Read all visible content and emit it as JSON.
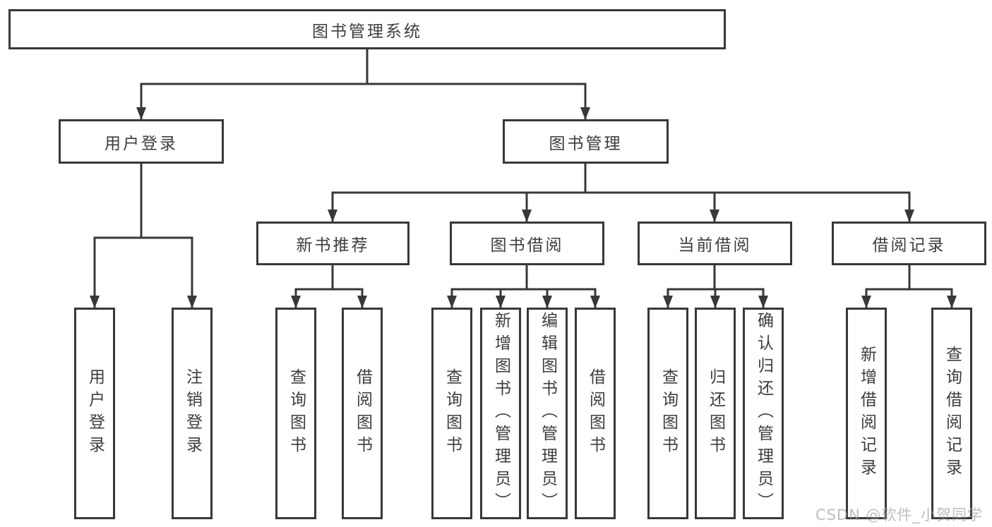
{
  "diagram": {
    "root": {
      "label": "图书管理系统"
    },
    "branches": [
      {
        "label": "用户登录",
        "children": [
          {
            "label": "用户登录"
          },
          {
            "label": "注销登录"
          }
        ]
      },
      {
        "label": "图书管理",
        "children": [
          {
            "label": "新书推荐",
            "children": [
              {
                "label": "查询图书"
              },
              {
                "label": "借阅图书"
              }
            ]
          },
          {
            "label": "图书借阅",
            "children": [
              {
                "label": "查询图书"
              },
              {
                "label": "新增图书（管理员）"
              },
              {
                "label": "编辑图书（管理员）"
              },
              {
                "label": "借阅图书"
              }
            ]
          },
          {
            "label": "当前借阅",
            "children": [
              {
                "label": "查询图书"
              },
              {
                "label": "归还图书"
              },
              {
                "label": "确认归还（管理员）"
              }
            ]
          },
          {
            "label": "借阅记录",
            "children": [
              {
                "label": "新增借阅记录"
              },
              {
                "label": "查询借阅记录"
              }
            ]
          }
        ]
      }
    ]
  },
  "watermark": {
    "text": "CSDN @软件_小贺同学"
  },
  "colors": {
    "line": "#383838",
    "box_border": "#383838",
    "text": "#3d3d3d",
    "watermark": "#949494",
    "background": "#ffffff"
  }
}
